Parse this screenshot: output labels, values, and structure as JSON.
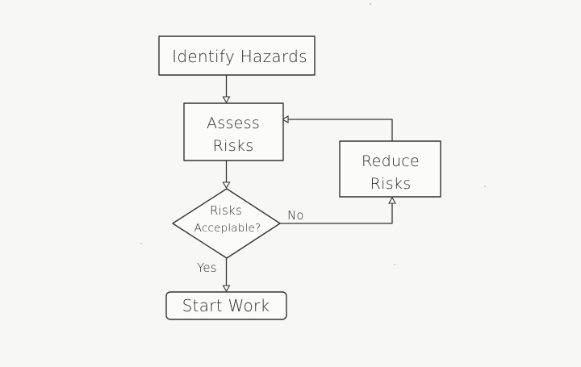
{
  "nodes": {
    "identify": {
      "label": "Identify Hazards"
    },
    "assess": {
      "lines": [
        "Assess",
        "Risks"
      ]
    },
    "decision": {
      "lines": [
        "Risks",
        "Acceplable?"
      ]
    },
    "reduce": {
      "lines": [
        "Reduce",
        "Risks"
      ]
    },
    "start": {
      "label": "Start Work"
    }
  },
  "edges": {
    "no_label": "No",
    "yes_label": "Yes"
  },
  "style": {
    "ink": "#333333",
    "paper": "#f7f7f5"
  }
}
